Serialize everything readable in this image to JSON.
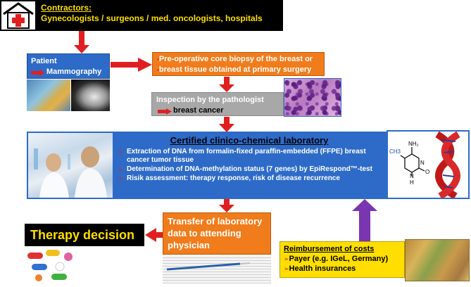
{
  "contractors": {
    "title": "Contractors:",
    "text": "Gynecologists / surgeons / med. oncologists, hospitals"
  },
  "patient": {
    "label": "Patient",
    "exam": "Mammography"
  },
  "biopsy": {
    "line1": "Pre-operative core biopsy of the breast or",
    "line2": "breast tissue obtained at primary surgery"
  },
  "pathologist": {
    "label": "Inspection by the pathologist",
    "result": "breast cancer"
  },
  "laboratory": {
    "title": "Certified clinico-chemical laboratory",
    "items": [
      "Extraction of DNA from formalin-fixed paraffin-embedded (FFPE) breast cancer tumor tissue",
      "Determination of DNA-methylation status (7 genes) by EpiRespond™-test",
      "Risik assessment: therapy response, risk of disease recurrence"
    ]
  },
  "molecule": {
    "ch3": "CH3",
    "nh2": "NH₂",
    "o": "O",
    "n": "N",
    "h": "H"
  },
  "transfer": {
    "text": "Transfer of laboratory data to attending physician"
  },
  "therapy": {
    "label": "Therapy decision"
  },
  "reimbursement": {
    "title": "Reimbursement of costs",
    "items": [
      "Payer (e.g. IGeL, Germany)",
      "Health insurances"
    ]
  },
  "colors": {
    "blue": "#2e6bc8",
    "orange": "#f07c1c",
    "gray": "#a8a8a8",
    "yellow": "#ffde00",
    "red": "#e02020",
    "purple": "#7a35b0"
  }
}
